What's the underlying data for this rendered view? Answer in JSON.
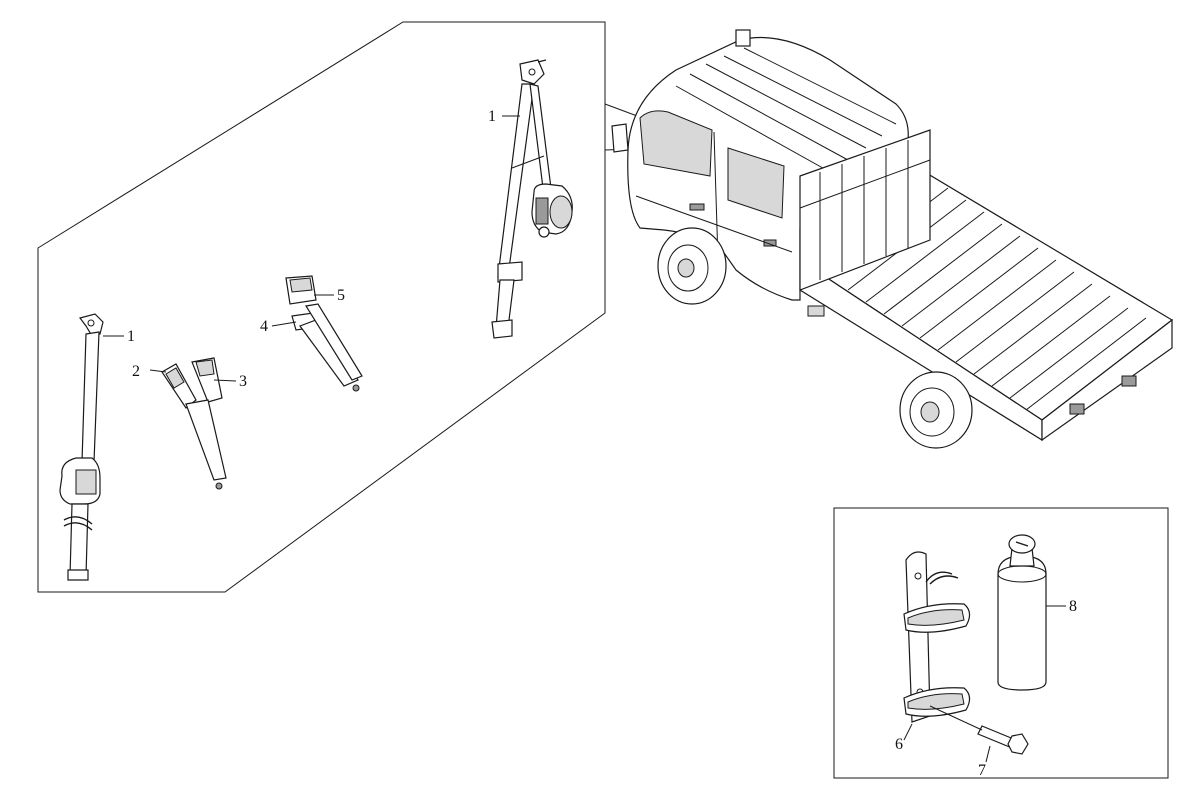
{
  "callouts": {
    "seatbelt_rear_left": "1",
    "lap_belt_buckle": "2",
    "lap_belt_tongue": "3",
    "center_belt_anchor": "4",
    "center_belt_buckle": "5",
    "seatbelt_front": "1",
    "extinguisher_bracket": "6",
    "bracket_bolt": "7",
    "fire_extinguisher": "8"
  },
  "colors": {
    "line": "#1a1a1a",
    "background": "#ffffff",
    "shade": "#d8d8d8"
  }
}
